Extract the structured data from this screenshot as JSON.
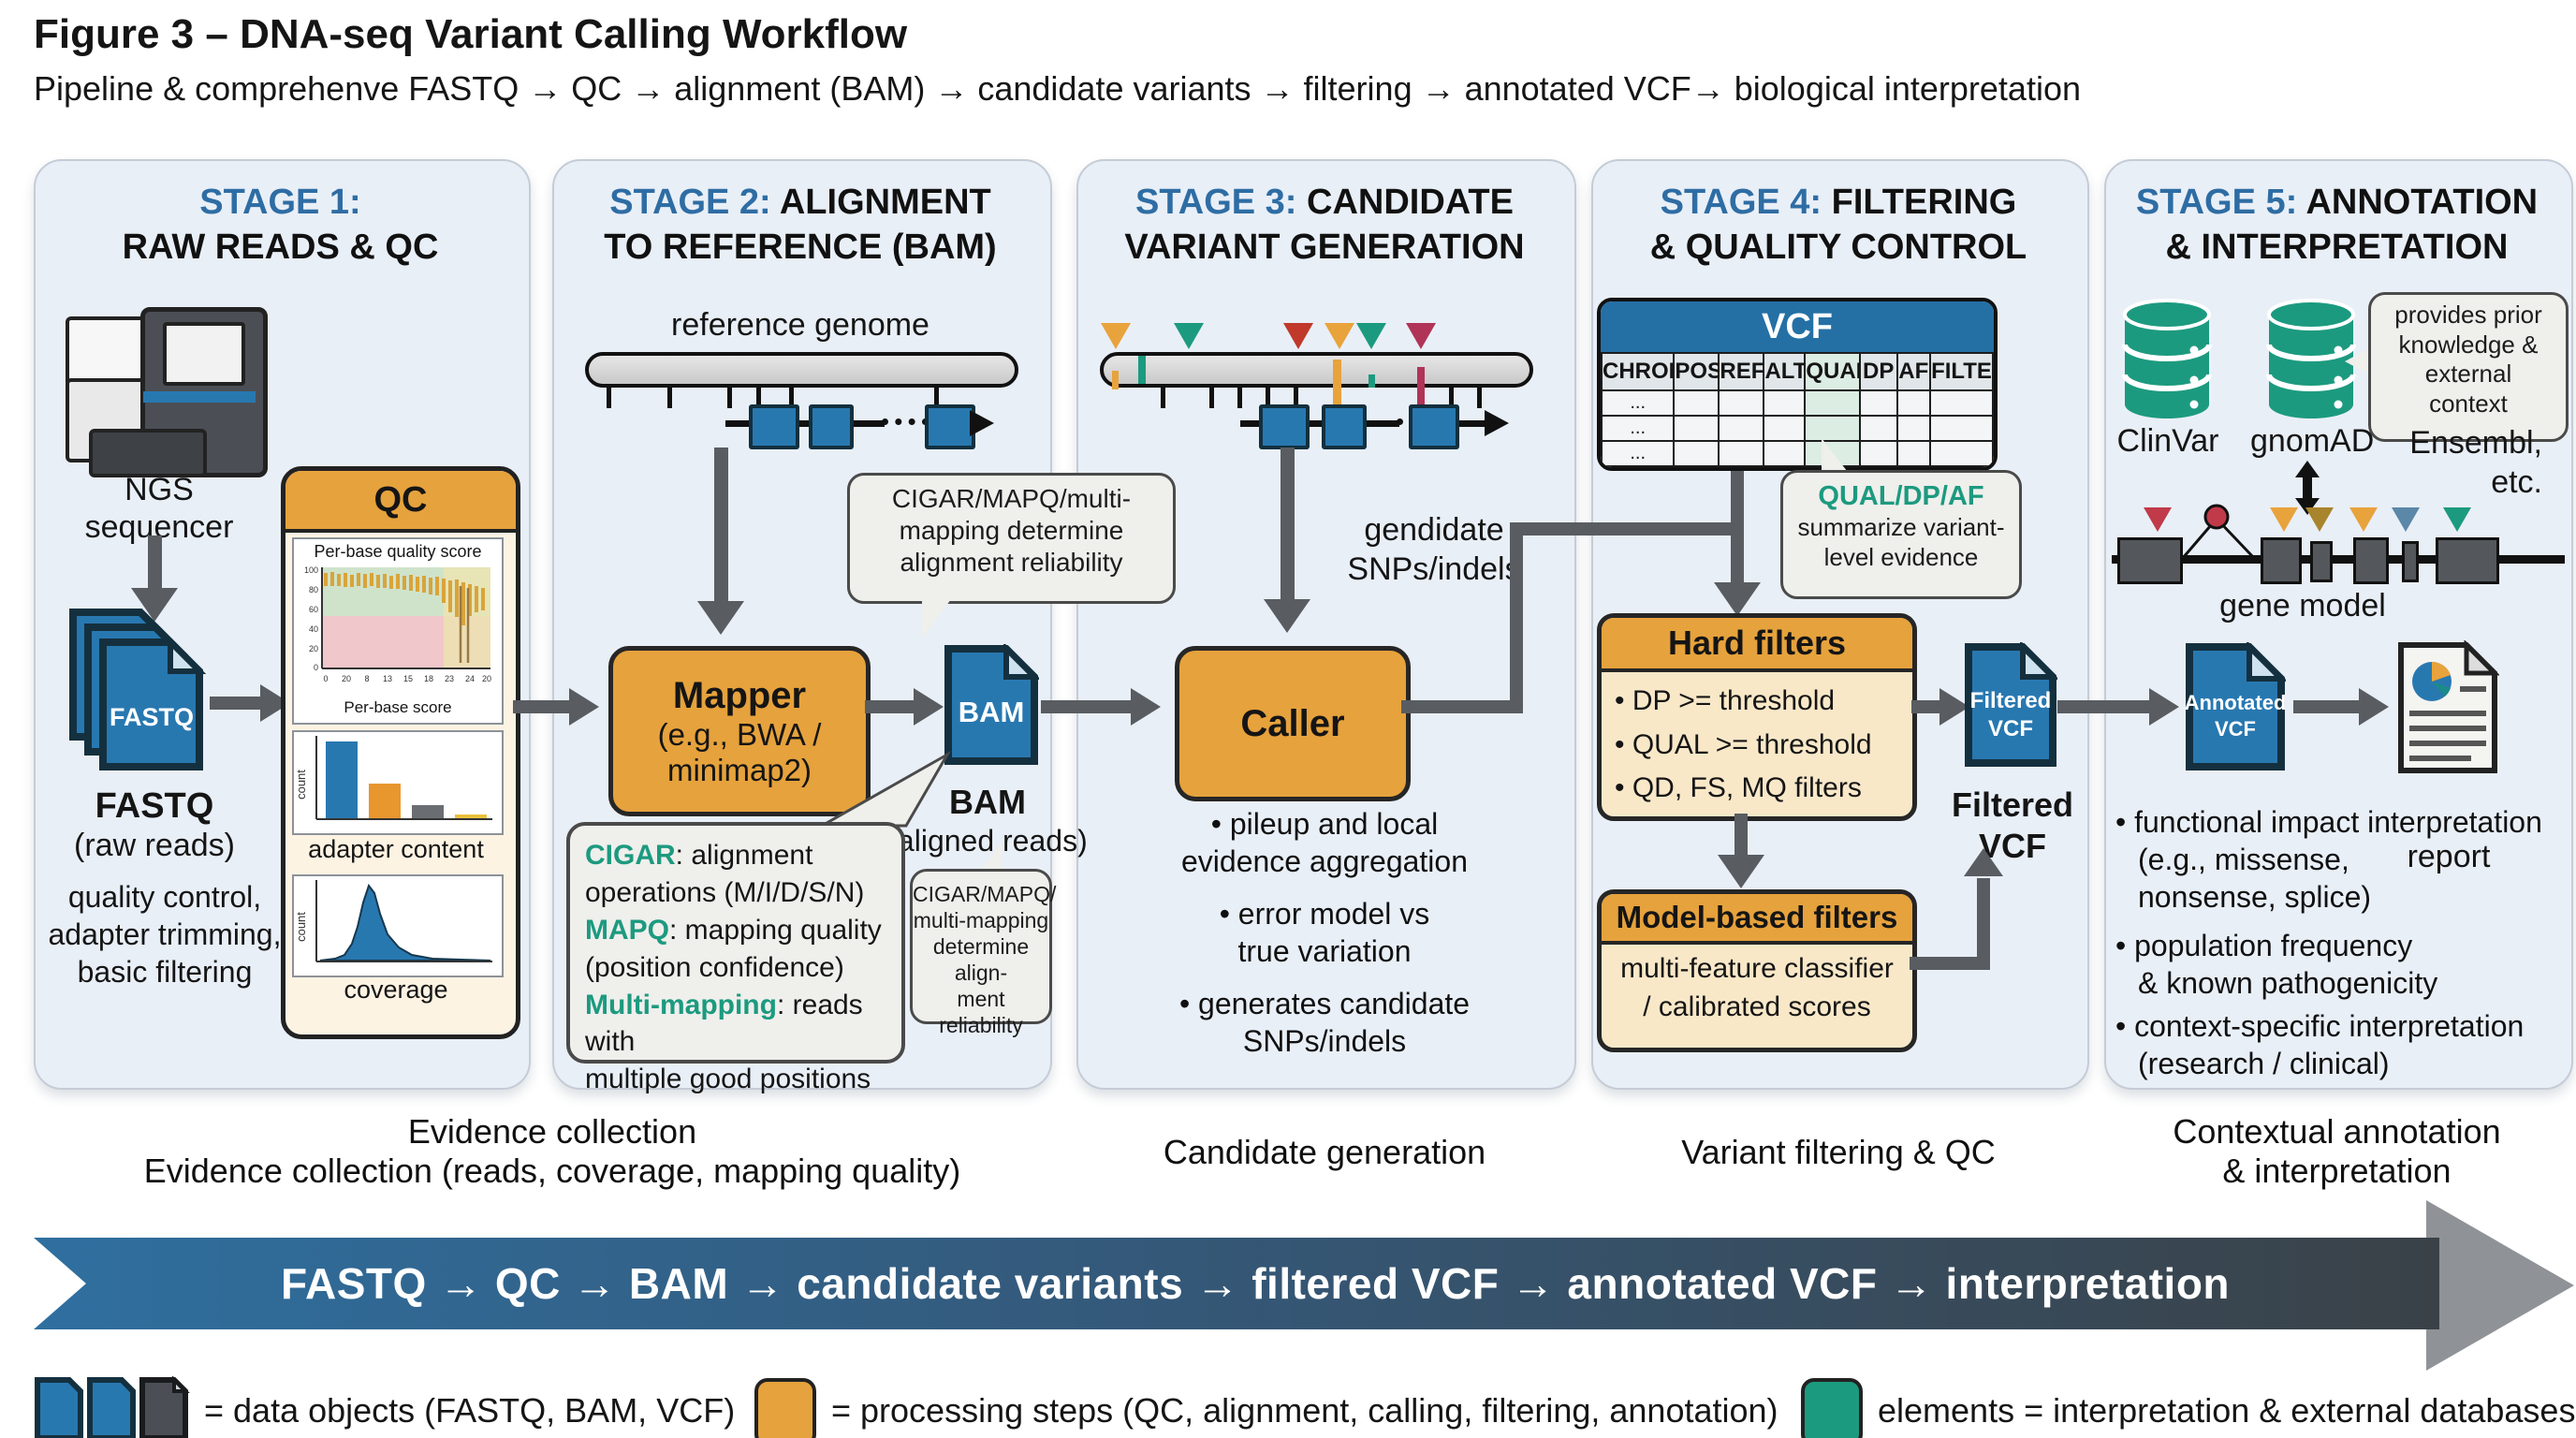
{
  "title": "Figure 3 – DNA-seq Variant Calling Workflow",
  "subtitle": "Pipeline & comprehenve FASTQ → QC → alignment (BAM) → candidate variants → filtering → annotated VCF→ biological interpretation",
  "colors": {
    "stage_blue": "#2e6da4",
    "orange": "#e6a23c",
    "file_blue": "#2878b0",
    "vcf_header_blue": "#2470a5",
    "teal": "#1c9a7f",
    "arrow_gray": "#595d61",
    "panel_bg": "#e9eff7",
    "cream": "#f9e8c8",
    "red": "#c0392b",
    "crimson": "#b03457",
    "steel_blue": "#5b87a8",
    "brown": "#a8842c"
  },
  "stage1": {
    "header_blue": "STAGE 1:",
    "header_black": "",
    "header_line2": "RAW READS & QC",
    "sequencer_l1": "NGS",
    "sequencer_l2": "sequencer",
    "fastq_file_label": "FASTQ",
    "fastq_label": "FASTQ",
    "fastq_sub": "(raw reads)",
    "note_1": "quality control,",
    "note_2": "adapter trimming,",
    "note_3": "basic filtering",
    "qc": {
      "title": "QC",
      "chart1_title": "Per-base quality score",
      "chart1_xlabel": "Per-base score",
      "chart1_yticks": [
        "100",
        "80",
        "60",
        "40",
        "20",
        "0"
      ],
      "chart1_xticks": [
        "0",
        "20",
        "8",
        "13",
        "15",
        "18",
        "23",
        "24",
        "20"
      ],
      "chart2_ylabel": "count",
      "chart2_label": "adapter content",
      "chart2_bars": [
        1.0,
        0.45,
        0.17,
        0.05
      ],
      "chart3_ylabel": "count",
      "chart3_label": "coverage"
    }
  },
  "stage2": {
    "header_blue": "STAGE 2:",
    "header_black": "ALIGNMENT",
    "header_line2": "TO REFERENCE (BAM)",
    "ref_label": "reference genome",
    "mapper_title": "Mapper",
    "mapper_sub1": "(e.g., BWA /",
    "mapper_sub2": "minimap2)",
    "bam_file_label": "BAM",
    "bam_label": "BAM",
    "bam_sub": "(aligned reads)",
    "callout_top": [
      "CIGAR/MAPQ/multi-",
      "mapping determine",
      "alignment reliability"
    ],
    "info": {
      "t1": "CIGAR",
      "d1": ": alignment",
      "d1b": "operations (M/I/D/S/N)",
      "t2": "MAPQ",
      "d2": ": mapping quality",
      "d2b": "(position confidence)",
      "t3": "Multi-mapping",
      "d3": ": reads with",
      "d3b": "multiple good positions"
    },
    "callout_side": [
      "CIGAR/MAPQ/",
      "multi-mapping",
      "determine align-",
      "ment reliability"
    ]
  },
  "stage3": {
    "header_blue": "STAGE 3:",
    "header_black": "CANDIDATE",
    "header_line2": "VARIANT GENERATION",
    "down_label_1": "gendidate",
    "down_label_2": "SNPs/indels",
    "caller_title": "Caller",
    "b1a": "• pileup and local",
    "b1b": "evidence aggregation",
    "b2a": "• error model vs",
    "b2b": "true variation",
    "b3a": "• generates candidate",
    "b3b": "SNPs/indels"
  },
  "stage4": {
    "header_blue": "STAGE 4:",
    "header_black": "FILTERING",
    "header_line2": "& QUALITY CONTROL",
    "table": {
      "title": "VCF",
      "cols": [
        "CHROM",
        "POS",
        "REF",
        "ALT",
        "QUAL",
        "DP",
        "AF",
        "FILTER"
      ],
      "dots": "..."
    },
    "callout_title": "QUAL/DP/AF",
    "callout_l1": "summarize variant-",
    "callout_l2": "level evidence",
    "hard_title": "Hard filters",
    "hard_b1": "• DP >= threshold",
    "hard_b2": "• QUAL >= threshold",
    "hard_b3": "• QD, FS, MQ filters",
    "filtered_file_l1": "Filtered",
    "filtered_file_l2": "VCF",
    "filtered_label_l1": "Filtered",
    "filtered_label_l2": "VCF",
    "model_title": "Model-based filters",
    "model_l1": "multi-feature classifier",
    "model_l2": "/ calibrated scores"
  },
  "stage5": {
    "header_blue": "STAGE 5:",
    "header_black": "ANNOTATION",
    "header_line2": "& INTERPRETATION",
    "db1": "ClinVar",
    "db2": "gnomAD",
    "db3_l1": "Ensembl,",
    "db3_l2": "etc.",
    "callout": [
      "provides prior",
      "knowledge &",
      "external",
      "context"
    ],
    "gene_model_label": "gene model",
    "annotated_file_l1": "Annotated",
    "annotated_file_l2": "VCF",
    "report_label": "report",
    "b1a": "• functional impact interpretation",
    "b1b": "(e.g., missense,",
    "b1c": "nonsense, splice)",
    "b2a": "• population frequency",
    "b2b": "& known pathogenicity",
    "b3a": "• context-specific interpretation",
    "b3b": "(research / clinical)"
  },
  "captions": {
    "s12_l1": "Evidence collection",
    "s12_l2": "Evidence collection (reads, coverage, mapping quality)",
    "s3": "Candidate generation",
    "s4": "Variant filtering & QC",
    "s5_l1": "Contextual annotation",
    "s5_l2": "& interpretation"
  },
  "banner": {
    "text": "FASTQ → QC → BAM → candidate variants → filtered VCF → annotated VCF → interpretation"
  },
  "legend": {
    "item1": "= data objects (FASTQ, BAM, VCF)",
    "item2": "= processing steps (QC, alignment, calling, filtering, annotation)",
    "item3": "elements = interpretation & external databases"
  }
}
